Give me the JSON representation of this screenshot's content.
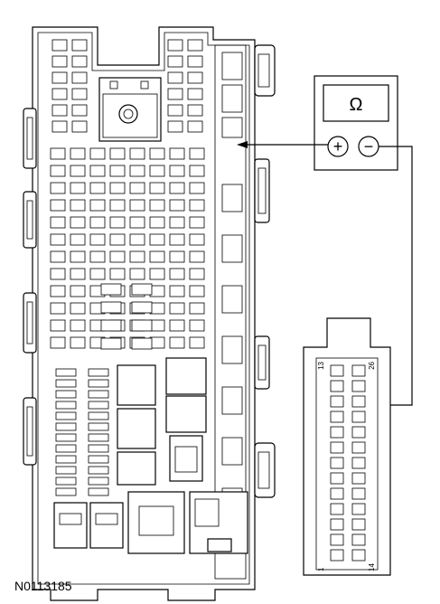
{
  "figure_id": "N0113185",
  "meter": {
    "display_symbol": "Ω",
    "positive_symbol": "+",
    "negative_symbol": "−"
  },
  "connector": {
    "pin_labels": {
      "top_left": "13",
      "top_right": "26",
      "bottom_left": "1",
      "bottom_right": "14"
    }
  }
}
